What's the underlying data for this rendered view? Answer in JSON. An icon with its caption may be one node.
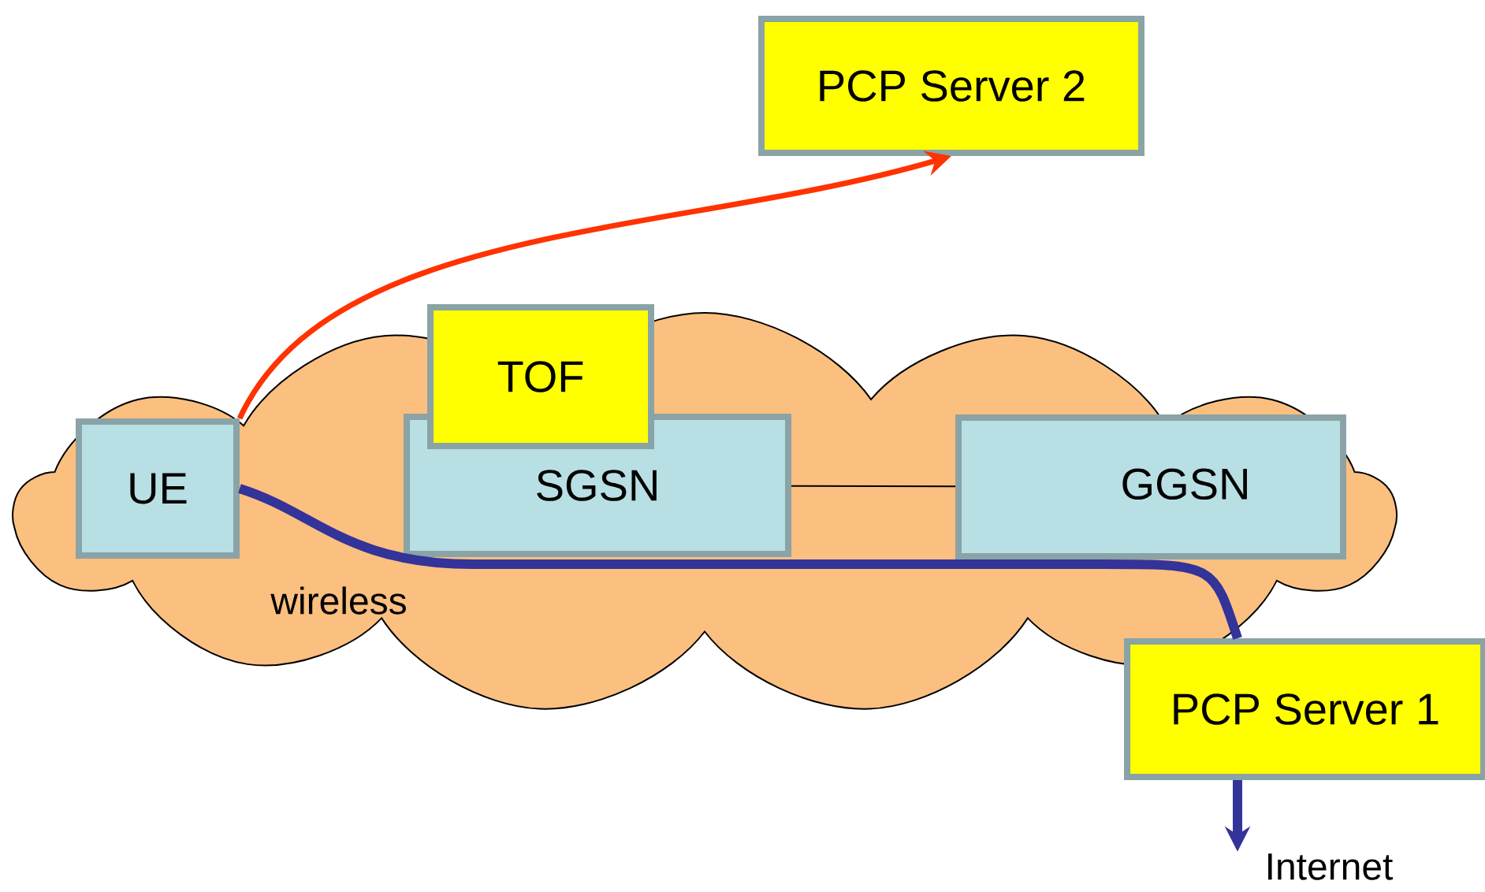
{
  "diagram": {
    "nodes": [
      {
        "text": [
          "PCP Server 2"
        ]
      },
      {
        "text": [],
        "shape": "cloud"
      },
      {
        "text": [
          "TOF"
        ]
      },
      {
        "text": [
          "UE"
        ],
        "in": 1
      },
      {
        "text": [
          "SGSN"
        ],
        "in": 1
      },
      {
        "text": [
          "GGSN"
        ],
        "in": 1
      },
      {
        "text": [
          "PCP Server 1"
        ]
      },
      {
        "text": [
          "Internet"
        ]
      }
    ],
    "edges": [
      {
        "from": 3,
        "to": 0,
        "arrow": "to",
        "color": "#ff3300"
      },
      {
        "from": 3,
        "to": 6,
        "arrow": "none",
        "color": "#333399"
      },
      {
        "from": 4,
        "to": 5,
        "arrow": "none",
        "color": "#000000"
      },
      {
        "from": 6,
        "to": 7,
        "arrow": "to",
        "color": "#333399"
      }
    ],
    "labels": [
      "wireless"
    ]
  }
}
